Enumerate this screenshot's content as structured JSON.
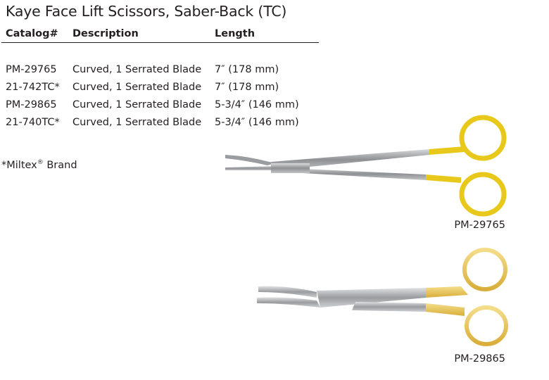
{
  "title": "Kaye Face Lift Scissors, Saber-Back (TC)",
  "table": {
    "headers": [
      "Catalog#",
      "Description",
      "Length"
    ],
    "rows": [
      {
        "catalog": "PM-29765",
        "description": "Curved, 1 Serrated Blade",
        "length": "7″ (178 mm)"
      },
      {
        "catalog": "21-742TC*",
        "description": "Curved, 1 Serrated Blade",
        "length": "7″ (178 mm)"
      },
      {
        "catalog": "PM-29865",
        "description": "Curved, 1 Serrated Blade",
        "length": "5-3/4″ (146 mm)"
      },
      {
        "catalog": "21-740TC*",
        "description": "Curved, 1 Serrated Blade",
        "length": "5-3/4″ (146 mm)"
      }
    ]
  },
  "footnote": {
    "prefix": "*Miltex",
    "reg": "®",
    "suffix": " Brand"
  },
  "images": [
    {
      "caption": "PM-29765"
    },
    {
      "caption": "PM-29865"
    }
  ],
  "colors": {
    "gold": "#e8c81a",
    "steel": "#a6a8ab",
    "text": "#231f20"
  }
}
